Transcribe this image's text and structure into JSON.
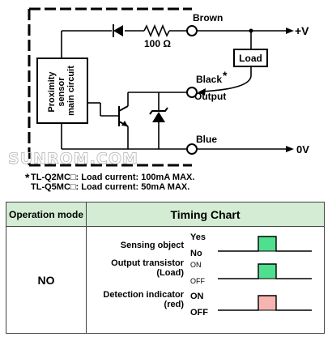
{
  "circuit": {
    "resistor_value": "100 Ω",
    "terminal_brown": "Brown",
    "terminal_black": "Black",
    "black_note_mark": "*",
    "terminal_output": "Output",
    "terminal_blue": "Blue",
    "supply_positive": "+V",
    "supply_zero": "0V",
    "load": "Load",
    "main_circuit_lines": [
      "Proximity",
      "sensor",
      "main circuit"
    ],
    "watermark": "SUNROM.COM"
  },
  "notes": {
    "mark": "*",
    "lines": [
      "TL-Q2MC□: Load current: 100mA MAX.",
      "TL-Q5MC□: Load current: 50mA MAX."
    ]
  },
  "timing": {
    "col_mode": "Operation mode",
    "col_chart": "Timing Chart",
    "mode": "NO",
    "rows": [
      {
        "label_lines": [
          "Sensing object"
        ],
        "high": "Yes",
        "low": "No",
        "fill": "#4ee08e",
        "pulse": [
          0,
          1,
          0
        ]
      },
      {
        "label_lines": [
          "Output transistor",
          "(Load)"
        ],
        "high": "ON",
        "low": "OFF",
        "fill": "#4ee08e",
        "pulse": [
          0,
          1,
          0
        ]
      },
      {
        "label_lines": [
          "Detection indicator",
          "(red)"
        ],
        "high": "ON",
        "low": "OFF",
        "fill": "#f6b5b0",
        "pulse": [
          0,
          1,
          0
        ]
      }
    ]
  },
  "colors": {
    "header_bg": "#d3ecd3",
    "green_signal": "#4ee08e",
    "red_signal": "#f6b5b0"
  }
}
